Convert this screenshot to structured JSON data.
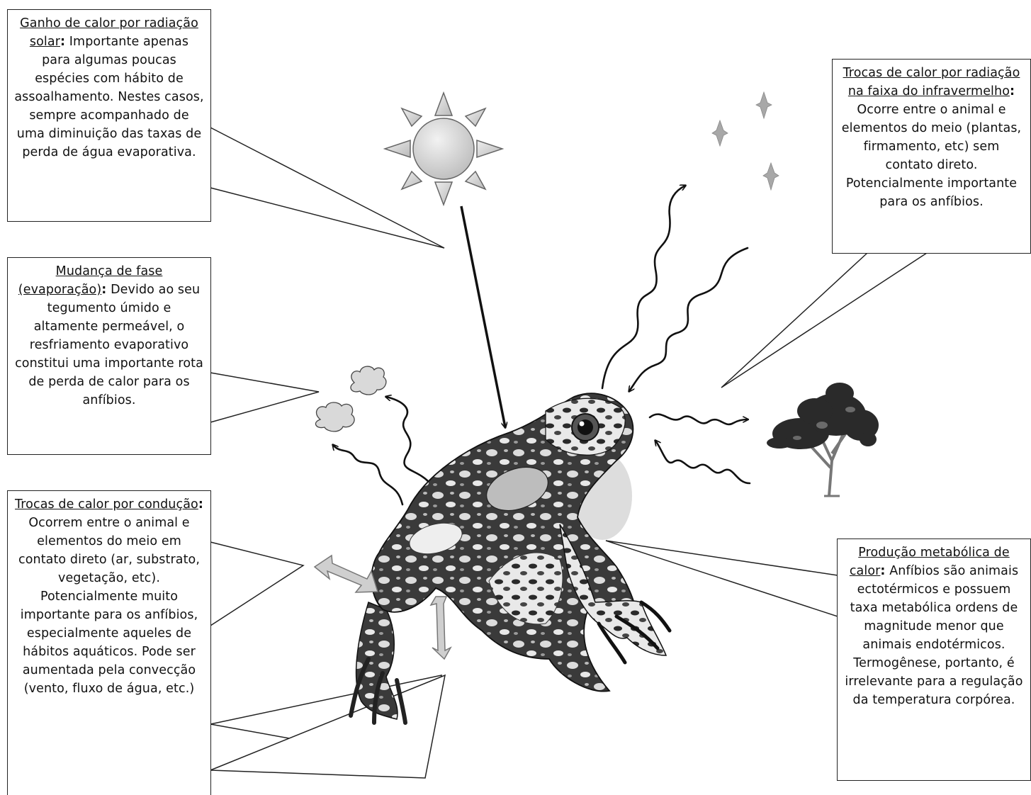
{
  "boxes": {
    "solar": {
      "heading": "Ganho de calor por radiação solar",
      "body": "Importante apenas para algumas poucas espécies com hábito de assoalhamento. Nestes casos, sempre acompanhado de uma diminuição das taxas de perda de água evaporativa."
    },
    "evap": {
      "heading": "Mudança de fase (evaporação)",
      "body": "Devido ao seu tegumento úmido e altamente permeável, o resfriamento evaporativo constitui uma importante rota de perda de calor para os anfíbios."
    },
    "cond": {
      "heading": "Trocas de calor por condução",
      "body": "Ocorrem entre o animal e elementos do meio em contato direto (ar, substrato, vegetação, etc). Potencialmente muito importante para os anfíbios, especialmente aqueles de hábitos aquáticos. Pode ser aumentada pela convecção (vento, fluxo de água, etc.)"
    },
    "ir": {
      "heading": "Trocas de calor por radiação na faixa do infravermelho",
      "body": "Ocorre entre o animal e elementos do meio (plantas, firmamento, etc) sem contato direto. Potencialmente importante para os anfíbios."
    },
    "metab": {
      "heading": "Produção metabólica de calor",
      "body": "Anfíbios são animais ectotérmicos e possuem taxa metabólica ordens de magnitude menor que animais endotérmicos. Termogênese, portanto, é irrelevante para a regulação da temperatura corpórea."
    }
  },
  "colors": {
    "line": "#111111",
    "sun_fill": "#cfcfcf",
    "ray_fill": "#d6d6d6",
    "star_fill": "#a8a8a8",
    "cloud_fill": "#d9d9d9",
    "tree_foliage": "#2a2a2a",
    "frog_dark": "#1c1c1c",
    "frog_light": "#e6e6e6"
  },
  "icons": [
    "sun-icon",
    "star-icon",
    "cloud-icon",
    "tree-icon",
    "frog-illustration",
    "wavy-arrow-icon",
    "double-arrow-icon"
  ]
}
